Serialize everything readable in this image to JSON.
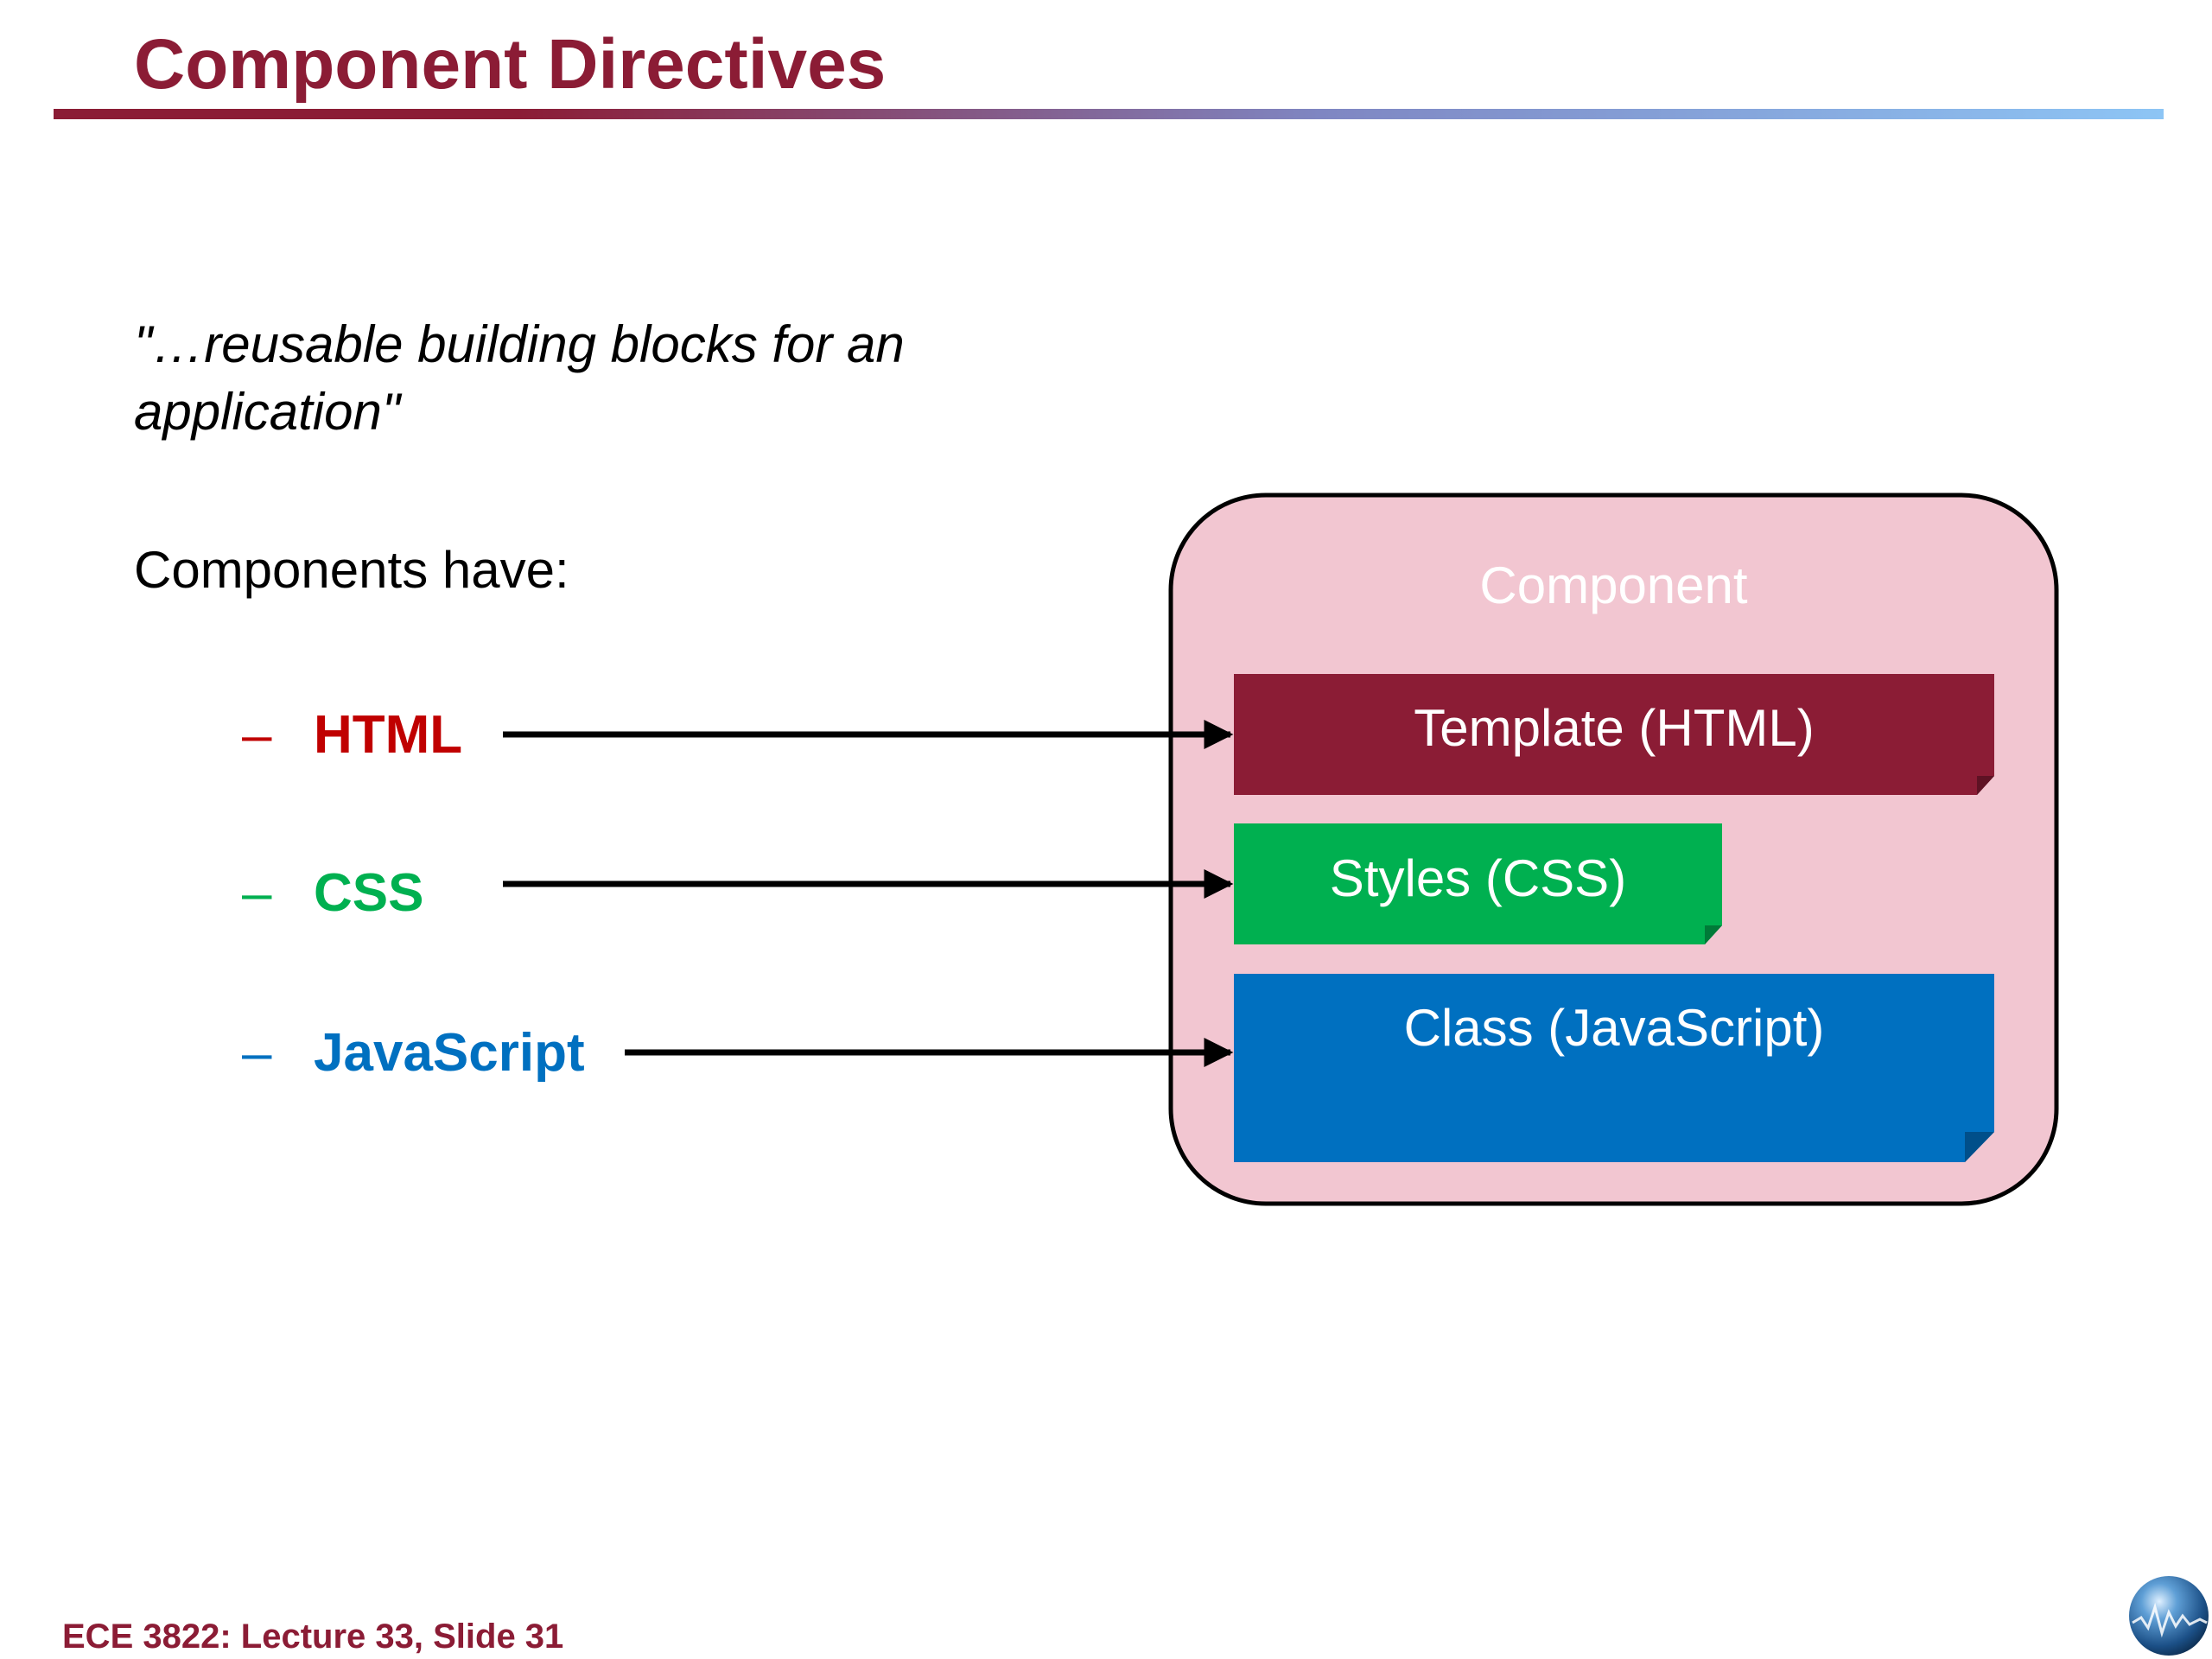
{
  "slide": {
    "title": "Component Directives",
    "quote": "\"…reusable building blocks for an application\"",
    "lead": "Components have:",
    "bullets": [
      {
        "dash": "–",
        "label": "HTML",
        "color": "#c00000"
      },
      {
        "dash": "–",
        "label": "CSS",
        "color": "#00b050"
      },
      {
        "dash": "–",
        "label": "JavaScript",
        "color": "#0070c0"
      }
    ],
    "footer": "ECE 3822: Lecture 33, Slide 31"
  },
  "diagram": {
    "component_label": "Component",
    "template_label": "Template (HTML)",
    "styles_label": "Styles (CSS)",
    "class_label": "Class (JavaScript)",
    "colors": {
      "container_fill": "#f2c6d1",
      "template_fill": "#8b1c35",
      "styles_fill": "#00b050",
      "class_fill": "#0070c0",
      "arrow": "#000000"
    }
  },
  "logo": {
    "icon": "globe-logo-icon"
  }
}
